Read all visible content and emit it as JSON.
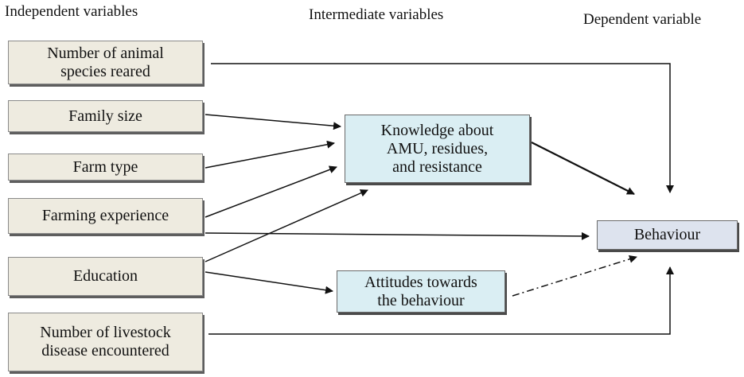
{
  "headers": {
    "independent": "Independent variables",
    "intermediate": "Intermediate variables",
    "dependent": "Dependent variable"
  },
  "nodes": {
    "species": "Number of animal\nspecies reared",
    "family": "Family size",
    "farmtype": "Farm type",
    "experience": "Farming experience",
    "education": "Education",
    "disease": "Number of livestock\ndisease encountered",
    "knowledge": "Knowledge about\nAMU, residues,\nand resistance",
    "attitudes": "Attitudes towards\nthe behaviour",
    "behaviour": "Behaviour"
  },
  "edges": [
    {
      "from": "species",
      "to": "behaviour",
      "style": "solid"
    },
    {
      "from": "family",
      "to": "knowledge",
      "style": "solid"
    },
    {
      "from": "farmtype",
      "to": "knowledge",
      "style": "solid"
    },
    {
      "from": "experience",
      "to": "knowledge",
      "style": "solid"
    },
    {
      "from": "experience",
      "to": "behaviour",
      "style": "solid"
    },
    {
      "from": "education",
      "to": "knowledge",
      "style": "solid"
    },
    {
      "from": "education",
      "to": "attitudes",
      "style": "solid"
    },
    {
      "from": "disease",
      "to": "behaviour",
      "style": "solid"
    },
    {
      "from": "knowledge",
      "to": "behaviour",
      "style": "solid"
    },
    {
      "from": "attitudes",
      "to": "behaviour",
      "style": "dash-dot"
    }
  ],
  "colors": {
    "independent_fill": "#eeebe0",
    "intermediate_fill": "#daeef3",
    "dependent_fill": "#dde3ee",
    "edge": "#111111"
  }
}
